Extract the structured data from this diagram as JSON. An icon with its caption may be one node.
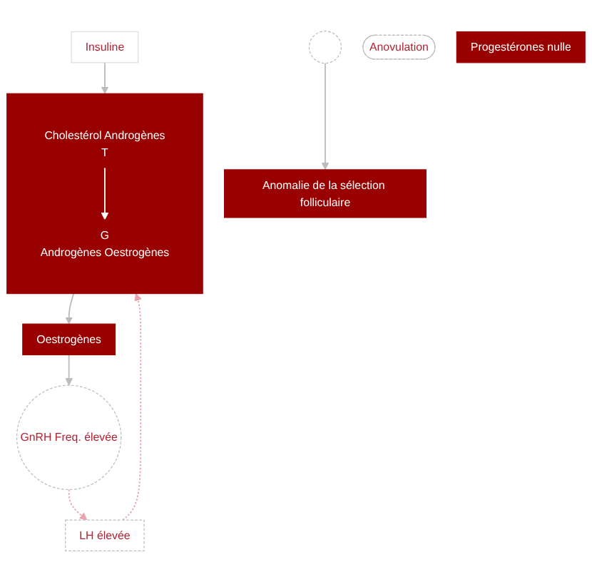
{
  "diagram": {
    "nodes": [
      {
        "text": [
          "GnRH Freq. élevée"
        ]
      },
      {
        "text": [],
        "shape": "circle"
      },
      {
        "text": [
          "LH élevée"
        ]
      },
      {
        "text": [
          "Insuline"
        ]
      },
      {
        "text": [
          "Anomalie de la sélection folliculaire"
        ]
      },
      {
        "text": [
          "Anovulation"
        ]
      },
      {
        "text": [],
        "shape": "box"
      },
      {
        "text": [
          "Cholestérol Androgènes",
          "T"
        ],
        "in": 6
      },
      {
        "text": [
          "G",
          "Androgènes Oestrogènes"
        ],
        "in": 6
      },
      {
        "text": [
          "Oestrogènes"
        ]
      },
      {
        "text": [
          "Progestérones nulle"
        ]
      }
    ],
    "edges": [
      {
        "from": 0,
        "to": 2,
        "arrow": "to",
        "style": "dashed",
        "color": "#e8a3ad"
      },
      {
        "from": 1,
        "to": 4,
        "arrow": "to"
      },
      {
        "from": 2,
        "to": 6,
        "arrow": "to",
        "style": "dashed",
        "color": "#e8a3ad"
      },
      {
        "from": 3,
        "to": 6,
        "arrow": "to"
      },
      {
        "from": 7,
        "to": 8,
        "arrow": "to",
        "color": "#ffffff"
      },
      {
        "from": 6,
        "to": 9,
        "arrow": "to"
      },
      {
        "from": 9,
        "to": 0,
        "arrow": "to"
      }
    ]
  }
}
